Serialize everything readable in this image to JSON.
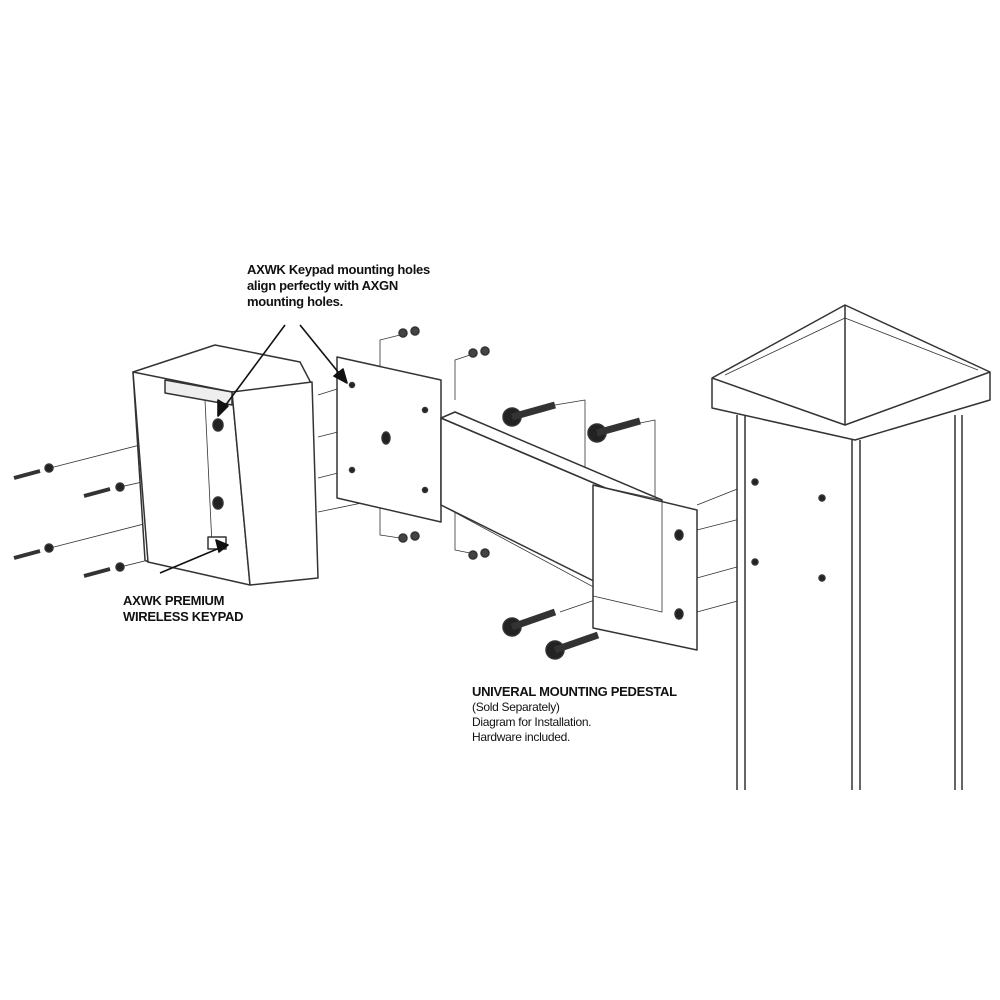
{
  "callouts": {
    "mounting_holes": [
      "AXWK Keypad mounting holes",
      "align perfectly with AXGN",
      "mounting  holes."
    ],
    "keypad": [
      "AXWK PREMIUM",
      "WIRELESS KEYPAD"
    ],
    "pedestal_title": "UNIVERAL MOUNTING PEDESTAL",
    "pedestal_notes": [
      "(Sold Separately)",
      "Diagram for Installation.",
      "Hardware included."
    ]
  },
  "colors": {
    "line": "#333333",
    "fill": "#ffffff",
    "text": "#111111"
  }
}
